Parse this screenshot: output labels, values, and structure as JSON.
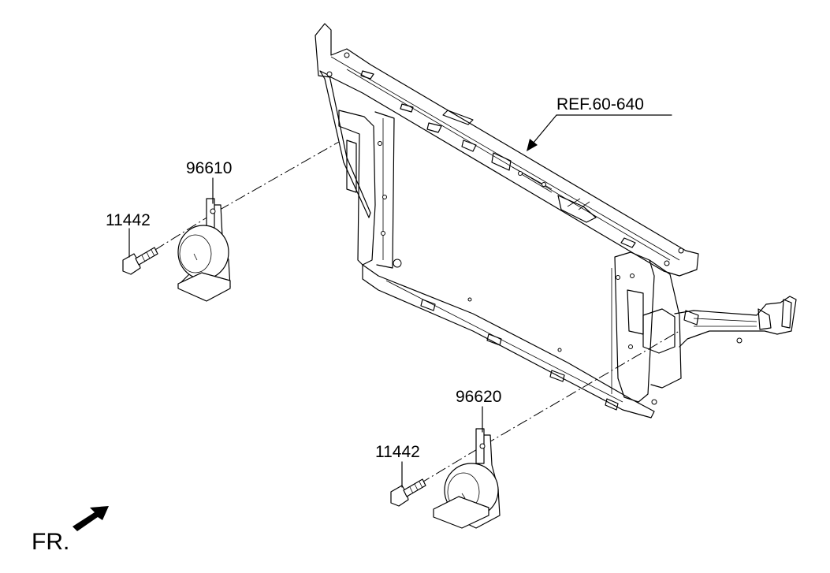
{
  "labels": {
    "ref": "REF.60-640",
    "horn_high": "96610",
    "horn_low": "96620",
    "bolt_upper": "11442",
    "bolt_lower": "11442",
    "front": "FR."
  },
  "icons": {
    "front_arrow": "front-direction-arrow"
  }
}
